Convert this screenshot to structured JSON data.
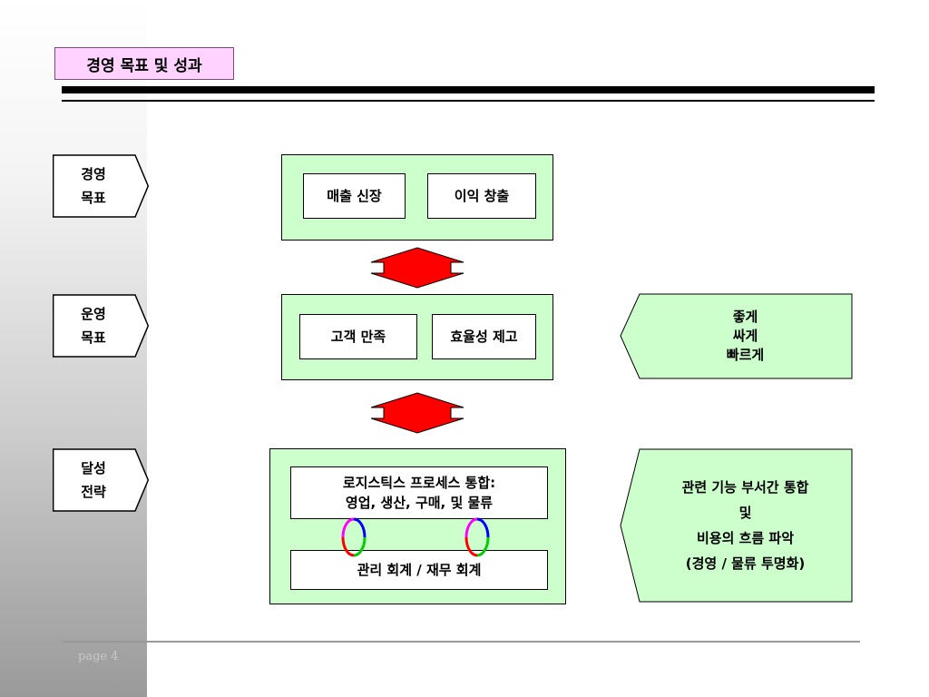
{
  "title": "경영 목표 및 성과",
  "levels": [
    {
      "line1": "경영",
      "line2": "목표"
    },
    {
      "line1": "운영",
      "line2": "목표"
    },
    {
      "line1": "달성",
      "line2": "전략"
    }
  ],
  "management_goals": {
    "box1": "매출 신장",
    "box2": "이익 창출"
  },
  "operational_goals": {
    "box1": "고객 만족",
    "box2": "효율성 제고"
  },
  "strategy": {
    "top_line1": "로지스틱스 프로세스 통합:",
    "top_line2": "영업, 생산, 구매, 및 물류",
    "bottom": "관리 회계 / 재무 회계"
  },
  "note_operational": {
    "line1": "좋게",
    "line2": "싸게",
    "line3": "빠르게"
  },
  "note_strategy": {
    "line1": "관련 기능 부서간 통합",
    "line2": "및",
    "line3": "비용의 흐름 파악",
    "line4": "(경영 / 물류 투명화)"
  },
  "footer": {
    "page": "page  4"
  },
  "colors": {
    "panel": "#ccffcc",
    "arrow": "#ff0000",
    "title_bg": "#ffd2ff"
  },
  "icons": [
    "double-arrow-icon",
    "cycle-icon"
  ]
}
